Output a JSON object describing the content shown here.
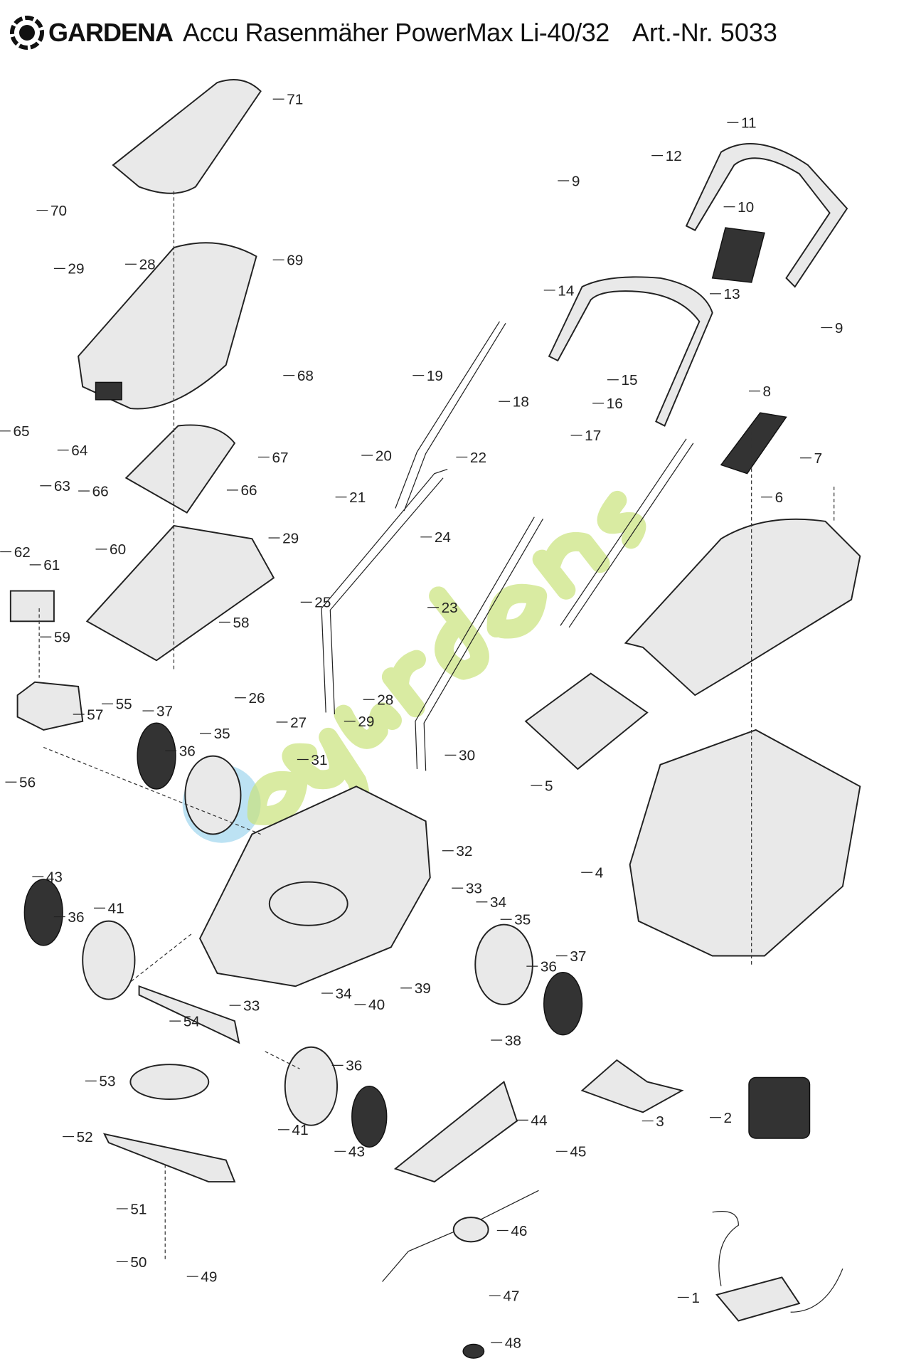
{
  "header": {
    "brand": "GARDENA",
    "title": "Accu Rasenmäher PowerMax Li-40/32",
    "article_number": "Art.-Nr. 5033"
  },
  "watermark": "egardens",
  "callouts": [
    "71",
    "70",
    "29",
    "28",
    "69",
    "68",
    "65",
    "64",
    "66",
    "67",
    "66",
    "63",
    "62",
    "61",
    "60",
    "29",
    "25",
    "58",
    "59",
    "26",
    "27",
    "57",
    "55",
    "37",
    "36",
    "35",
    "56",
    "28",
    "29",
    "31",
    "30",
    "5",
    "32",
    "4",
    "43",
    "36",
    "41",
    "33",
    "34",
    "35",
    "36",
    "37",
    "39",
    "40",
    "33",
    "34",
    "54",
    "38",
    "53",
    "36",
    "3",
    "2",
    "44",
    "41",
    "43",
    "52",
    "45",
    "51",
    "46",
    "50",
    "49",
    "47",
    "1",
    "48",
    "11",
    "12",
    "9",
    "10",
    "14",
    "13",
    "9",
    "15",
    "16",
    "18",
    "19",
    "17",
    "22",
    "20",
    "21",
    "24",
    "8",
    "7",
    "6",
    "23"
  ]
}
